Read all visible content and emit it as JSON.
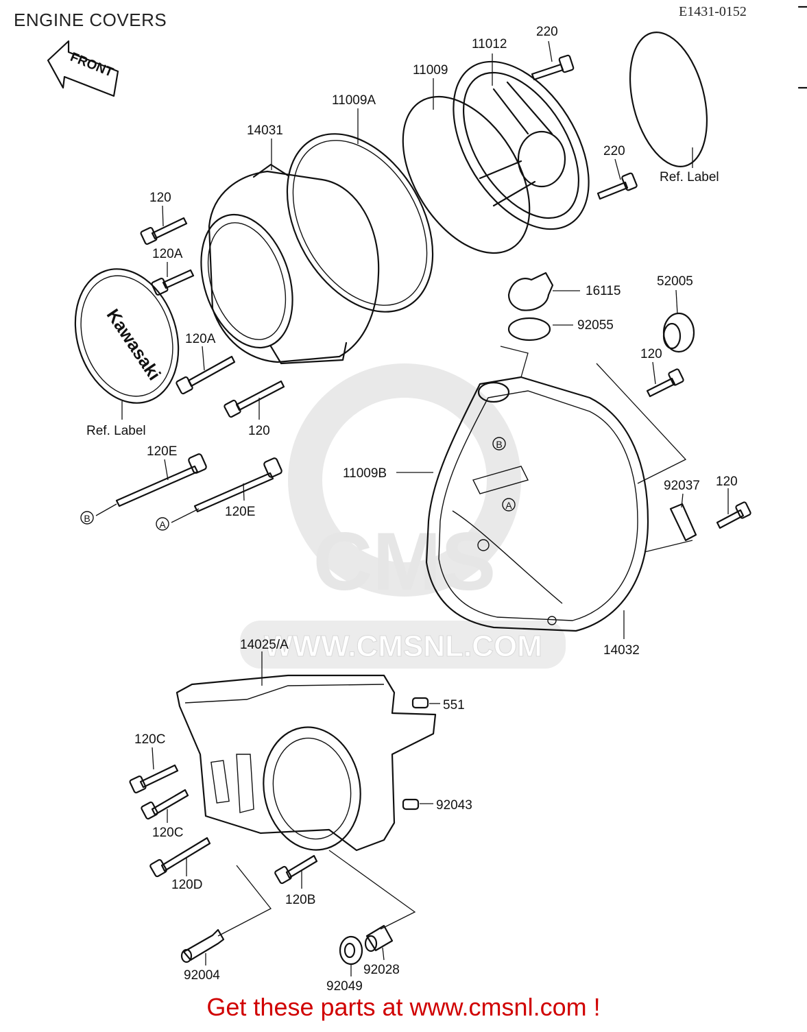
{
  "header": {
    "title": "ENGINE COVERS",
    "diagram_code": "E1431-0152"
  },
  "arrow_label": "FRONT",
  "watermark": {
    "brand": "CMS",
    "url": "WWW.CMSNL.COM"
  },
  "logo_text": "Kawasaki",
  "markers": {
    "a": "A",
    "b": "B"
  },
  "labels": {
    "p220a": "220",
    "p11012": "11012",
    "p11009": "11009",
    "p11009a": "11009A",
    "p14031": "14031",
    "p220b": "220",
    "refLabelTop": "Ref. Label",
    "p120a": "120",
    "p120A1": "120A",
    "p120A2": "120A",
    "p120b": "120",
    "refLabelLeft": "Ref. Label",
    "p16115": "16115",
    "p52005": "52005",
    "p92055": "92055",
    "p120c": "120",
    "p120E1": "120E",
    "p120E2": "120E",
    "p11009B": "11009B",
    "p92037": "92037",
    "p120d": "120",
    "p14032": "14032",
    "p14025": "14025/A",
    "p551": "551",
    "p120C1": "120C",
    "p120C2": "120C",
    "p92043": "92043",
    "p120D": "120D",
    "p120B": "120B",
    "p92004": "92004",
    "p92028": "92028",
    "p92049": "92049"
  },
  "footer": {
    "text": "Get these parts at www.cmsnl.com !"
  }
}
